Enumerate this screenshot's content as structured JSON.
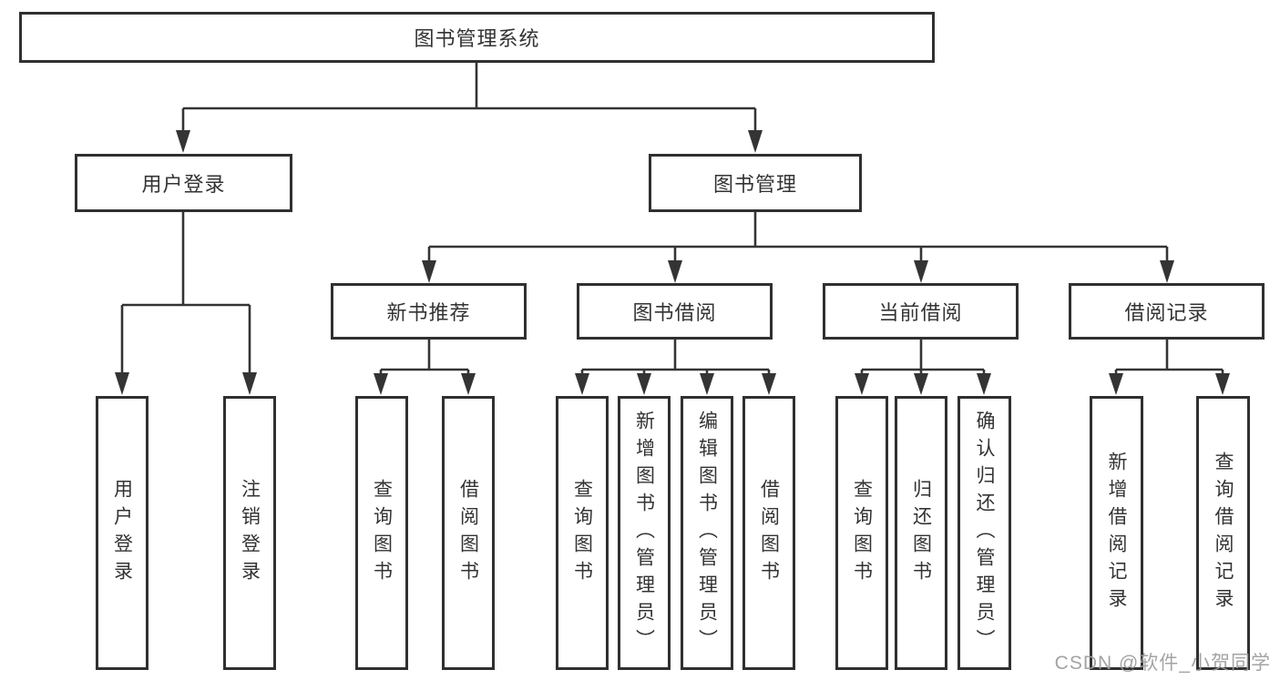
{
  "tree": {
    "root": {
      "label": "图书管理系统"
    },
    "branches": [
      {
        "label": "用户登录",
        "children": [
          {
            "label": "用户登录"
          },
          {
            "label": "注销登录"
          }
        ]
      },
      {
        "label": "图书管理",
        "children": [
          {
            "label": "新书推荐",
            "children": [
              {
                "label": "查询图书"
              },
              {
                "label": "借阅图书"
              }
            ]
          },
          {
            "label": "图书借阅",
            "children": [
              {
                "label": "查询图书"
              },
              {
                "label": "新增图书（管理员）"
              },
              {
                "label": "编辑图书（管理员）"
              },
              {
                "label": "借阅图书"
              }
            ]
          },
          {
            "label": "当前借阅",
            "children": [
              {
                "label": "查询图书"
              },
              {
                "label": "归还图书"
              },
              {
                "label": "确认归还（管理员）"
              }
            ]
          },
          {
            "label": "借阅记录",
            "children": [
              {
                "label": "新增借阅记录"
              },
              {
                "label": "查询借阅记录"
              }
            ]
          }
        ]
      }
    ]
  },
  "watermark": {
    "text": "CSDN @软件_小贺同学"
  },
  "colors": {
    "background": "#ffffff",
    "box_border": "#303030",
    "line": "#343434",
    "text": "#333333",
    "watermark": "#9c9c9c"
  }
}
